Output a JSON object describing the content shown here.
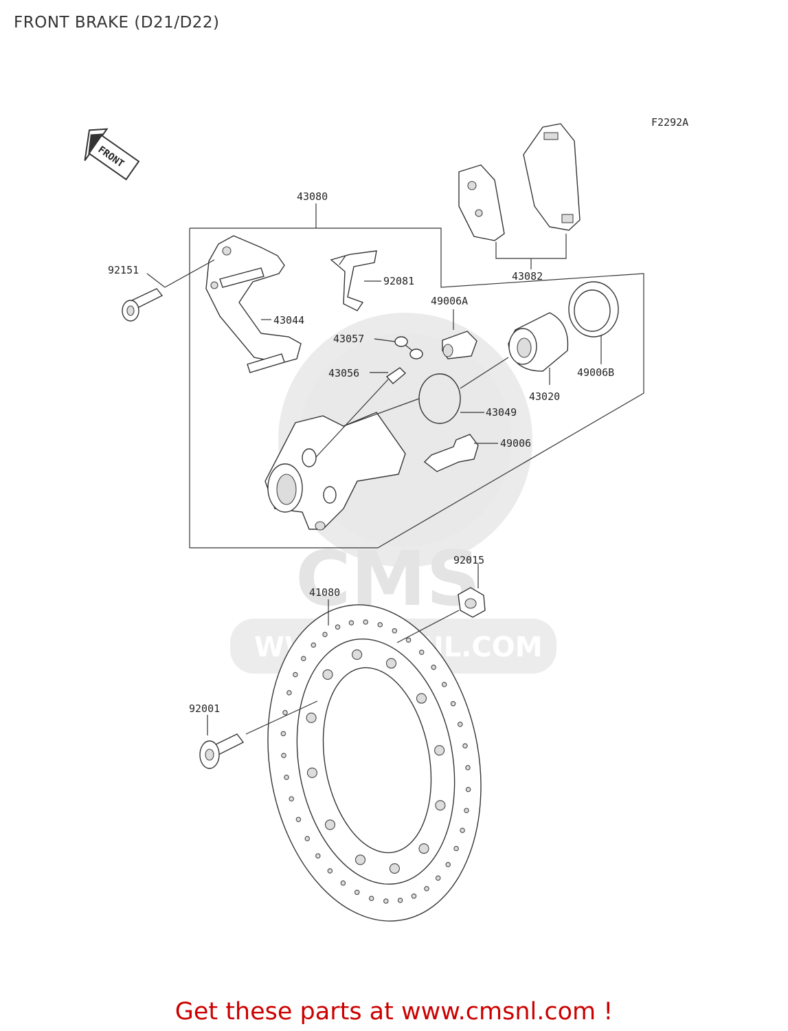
{
  "title": "FRONT BRAKE (D21/D22)",
  "figure_code": "F2292A",
  "direction_label": "FRONT",
  "watermark": {
    "brand": "CMS",
    "url": "WWW.CMSNL.COM"
  },
  "callouts": [
    {
      "id": "43080",
      "label": "43080"
    },
    {
      "id": "43082",
      "label": "43082"
    },
    {
      "id": "92151",
      "label": "92151"
    },
    {
      "id": "92081",
      "label": "92081"
    },
    {
      "id": "43044",
      "label": "43044"
    },
    {
      "id": "49006A",
      "label": "49006A"
    },
    {
      "id": "43057",
      "label": "43057"
    },
    {
      "id": "43056",
      "label": "43056"
    },
    {
      "id": "43020",
      "label": "43020"
    },
    {
      "id": "49006B",
      "label": "49006B"
    },
    {
      "id": "43049",
      "label": "43049"
    },
    {
      "id": "49006",
      "label": "49006"
    },
    {
      "id": "92015",
      "label": "92015"
    },
    {
      "id": "41080",
      "label": "41080"
    },
    {
      "id": "92001",
      "label": "92001"
    }
  ],
  "footer": "Get these parts at www.cmsnl.com !"
}
